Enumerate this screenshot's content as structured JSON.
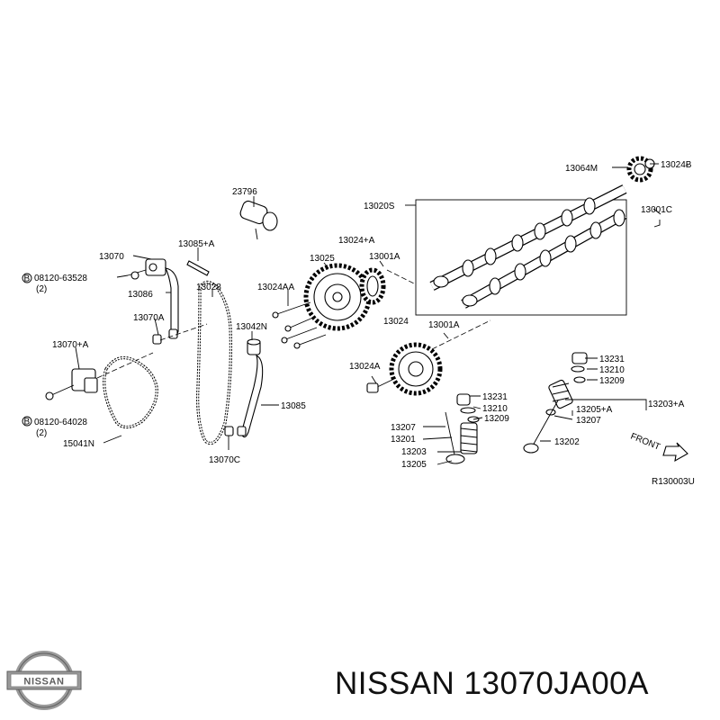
{
  "callouts": [
    {
      "id": "c13064m",
      "text": "13064M"
    },
    {
      "id": "c13024b",
      "text": "13024Ƀ"
    },
    {
      "id": "c23796",
      "text": "23796"
    },
    {
      "id": "c13020s",
      "text": "13020S"
    },
    {
      "id": "c13001c",
      "text": "13001C"
    },
    {
      "id": "c13070",
      "text": "13070"
    },
    {
      "id": "c13085a",
      "text": "13085+A"
    },
    {
      "id": "c13024a_top",
      "text": "13024+A"
    },
    {
      "id": "c13025",
      "text": "13025"
    },
    {
      "id": "c13001a_top",
      "text": "13001A"
    },
    {
      "id": "c08120_63528",
      "text": "08120-63528"
    },
    {
      "id": "c2_top",
      "text": "(2)"
    },
    {
      "id": "c13028",
      "text": "13028"
    },
    {
      "id": "c13024aa",
      "text": "13024AA"
    },
    {
      "id": "c13086",
      "text": "13086"
    },
    {
      "id": "c13070a",
      "text": "13070A"
    },
    {
      "id": "c13042n",
      "text": "13042N"
    },
    {
      "id": "c13024",
      "text": "13024"
    },
    {
      "id": "c13001a_mid",
      "text": "13001A"
    },
    {
      "id": "c13070plusa",
      "text": "13070+A"
    },
    {
      "id": "c13024a_low",
      "text": "13024A"
    },
    {
      "id": "c13231_r",
      "text": "13231"
    },
    {
      "id": "c13210_r",
      "text": "13210"
    },
    {
      "id": "c13209_r",
      "text": "13209"
    },
    {
      "id": "c13231_m",
      "text": "13231"
    },
    {
      "id": "c13210_m",
      "text": "13210"
    },
    {
      "id": "c13205a",
      "text": "13205+A"
    },
    {
      "id": "c13203a",
      "text": "13203+A"
    },
    {
      "id": "c13085",
      "text": "13085"
    },
    {
      "id": "c13209_m",
      "text": "13209"
    },
    {
      "id": "c13207_r",
      "text": "13207"
    },
    {
      "id": "c08120_64028",
      "text": "08120-64028"
    },
    {
      "id": "c2_low",
      "text": "(2)"
    },
    {
      "id": "c13207_m",
      "text": "13207"
    },
    {
      "id": "c13201",
      "text": "13201"
    },
    {
      "id": "c13202",
      "text": "13202"
    },
    {
      "id": "c15041n",
      "text": "15041N"
    },
    {
      "id": "c13203",
      "text": "13203"
    },
    {
      "id": "c13070c",
      "text": "13070C"
    },
    {
      "id": "c13205",
      "text": "13205"
    },
    {
      "id": "cfront",
      "text": "FRONT"
    },
    {
      "id": "cref",
      "text": "R130003U"
    },
    {
      "id": "cB1",
      "text": "B"
    },
    {
      "id": "cB2",
      "text": "B"
    }
  ],
  "brand": {
    "logo_text": "NISSAN",
    "part_title": "NISSAN 13070JA00A"
  },
  "colors": {
    "line": "#000000",
    "logo_metal": "#9a9a9a",
    "title": "#111111"
  }
}
